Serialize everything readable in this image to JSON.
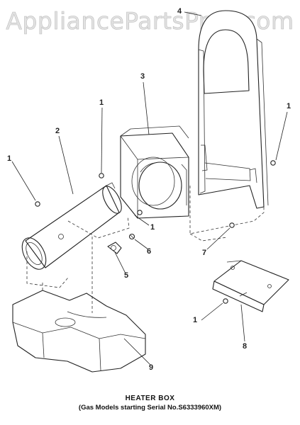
{
  "watermark": "AppliancePartsPros.com",
  "callouts": {
    "c1a": "1",
    "c1b": "1",
    "c1c": "1",
    "c1d": "1",
    "c1e": "1",
    "c2": "2",
    "c3": "3",
    "c4": "4",
    "c5": "5",
    "c6": "6",
    "c7": "7",
    "c8": "8",
    "c9": "9"
  },
  "caption": {
    "title": "HEATER BOX",
    "subtitle": "(Gas Models starting Serial No.S6333960XM)"
  }
}
